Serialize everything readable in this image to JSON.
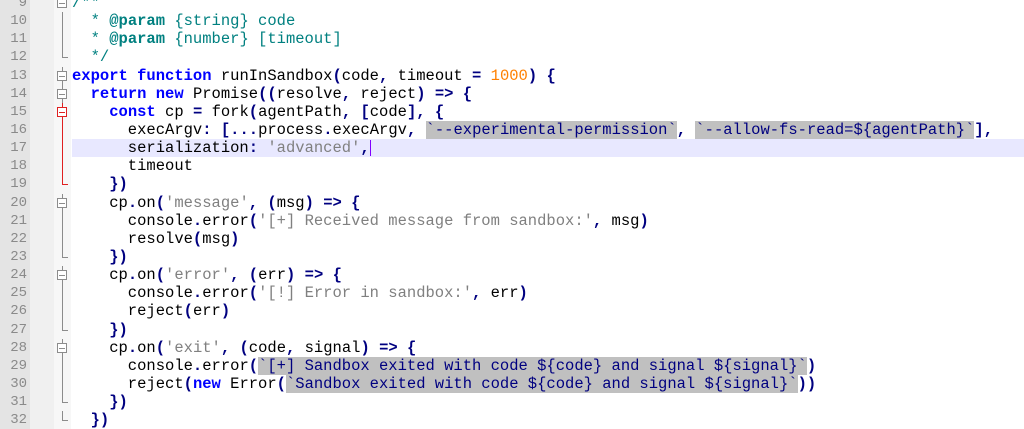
{
  "editor": {
    "current_line": 17,
    "colors": {
      "keyword": "#0000ff",
      "operator": "#000080",
      "string": "#808080",
      "number": "#ff8000",
      "comment": "#008080",
      "template_bg": "#c0c0c0",
      "current_line_bg": "#e8e8ff",
      "active_fold": "#e02020"
    },
    "lines": [
      {
        "n": "9",
        "fold": "start",
        "tokens": [
          [
            "cm",
            "/**"
          ]
        ]
      },
      {
        "n": "10",
        "fold": "mid",
        "tokens": [
          [
            "cm",
            "  * "
          ],
          [
            "doc",
            "@param"
          ],
          [
            "cm",
            " {string} code"
          ]
        ]
      },
      {
        "n": "11",
        "fold": "mid",
        "tokens": [
          [
            "cm",
            "  * "
          ],
          [
            "doc",
            "@param"
          ],
          [
            "cm",
            " {number} [timeout]"
          ]
        ]
      },
      {
        "n": "12",
        "fold": "end",
        "tokens": [
          [
            "cm",
            "  */"
          ]
        ]
      },
      {
        "n": "13",
        "fold": "start",
        "tokens": [
          [
            "kw",
            "export"
          ],
          [
            "id",
            " "
          ],
          [
            "kw",
            "function"
          ],
          [
            "id",
            " runInSandbox"
          ],
          [
            "op",
            "("
          ],
          [
            "id",
            "code"
          ],
          [
            "op",
            ","
          ],
          [
            "id",
            " timeout "
          ],
          [
            "op",
            "="
          ],
          [
            "id",
            " "
          ],
          [
            "num-lit",
            "1000"
          ],
          [
            "op",
            ")"
          ],
          [
            "id",
            " "
          ],
          [
            "op",
            "{"
          ]
        ]
      },
      {
        "n": "14",
        "fold": "start",
        "tokens": [
          [
            "id",
            "  "
          ],
          [
            "kw",
            "return"
          ],
          [
            "id",
            " "
          ],
          [
            "kw",
            "new"
          ],
          [
            "id",
            " Promise"
          ],
          [
            "op",
            "(("
          ],
          [
            "id",
            "resolve"
          ],
          [
            "op",
            ","
          ],
          [
            "id",
            " reject"
          ],
          [
            "op",
            ")"
          ],
          [
            "id",
            " "
          ],
          [
            "op",
            "=>"
          ],
          [
            "id",
            " "
          ],
          [
            "op",
            "{"
          ]
        ]
      },
      {
        "n": "15",
        "fold": "start-red",
        "tokens": [
          [
            "id",
            "    "
          ],
          [
            "kw",
            "const"
          ],
          [
            "id",
            " cp "
          ],
          [
            "op",
            "="
          ],
          [
            "id",
            " fork"
          ],
          [
            "op",
            "("
          ],
          [
            "id",
            "agentPath"
          ],
          [
            "op",
            ","
          ],
          [
            "id",
            " "
          ],
          [
            "op",
            "["
          ],
          [
            "id",
            "code"
          ],
          [
            "op",
            "],"
          ],
          [
            "id",
            " "
          ],
          [
            "op",
            "{"
          ]
        ]
      },
      {
        "n": "16",
        "fold": "mid-red",
        "tokens": [
          [
            "id",
            "      execArgv"
          ],
          [
            "op",
            ":"
          ],
          [
            "id",
            " "
          ],
          [
            "op",
            "[..."
          ],
          [
            "id",
            "process"
          ],
          [
            "op",
            "."
          ],
          [
            "id",
            "execArgv"
          ],
          [
            "op",
            ","
          ],
          [
            "id",
            " "
          ],
          [
            "tpl",
            "`--experimental-permission`"
          ],
          [
            "op",
            ","
          ],
          [
            "id",
            " "
          ],
          [
            "tpl",
            "`--allow-fs-read=${agentPath}`"
          ],
          [
            "op",
            "],"
          ]
        ]
      },
      {
        "n": "17",
        "fold": "mid-red",
        "tokens": [
          [
            "id",
            "      serialization"
          ],
          [
            "op",
            ":"
          ],
          [
            "id",
            " "
          ],
          [
            "str",
            "'advanced'"
          ],
          [
            "op",
            ","
          ]
        ]
      },
      {
        "n": "18",
        "fold": "mid-red",
        "tokens": [
          [
            "id",
            "      timeout"
          ]
        ]
      },
      {
        "n": "19",
        "fold": "end-red",
        "tokens": [
          [
            "id",
            "    "
          ],
          [
            "op",
            "})"
          ]
        ]
      },
      {
        "n": "20",
        "fold": "start",
        "tokens": [
          [
            "id",
            "    cp"
          ],
          [
            "op",
            "."
          ],
          [
            "id",
            "on"
          ],
          [
            "op",
            "("
          ],
          [
            "str",
            "'message'"
          ],
          [
            "op",
            ","
          ],
          [
            "id",
            " "
          ],
          [
            "op",
            "("
          ],
          [
            "id",
            "msg"
          ],
          [
            "op",
            ")"
          ],
          [
            "id",
            " "
          ],
          [
            "op",
            "=>"
          ],
          [
            "id",
            " "
          ],
          [
            "op",
            "{"
          ]
        ]
      },
      {
        "n": "21",
        "fold": "mid",
        "tokens": [
          [
            "id",
            "      console"
          ],
          [
            "op",
            "."
          ],
          [
            "id",
            "error"
          ],
          [
            "op",
            "("
          ],
          [
            "str",
            "'[+] Received message from sandbox:'"
          ],
          [
            "op",
            ","
          ],
          [
            "id",
            " msg"
          ],
          [
            "op",
            ")"
          ]
        ]
      },
      {
        "n": "22",
        "fold": "mid",
        "tokens": [
          [
            "id",
            "      resolve"
          ],
          [
            "op",
            "("
          ],
          [
            "id",
            "msg"
          ],
          [
            "op",
            ")"
          ]
        ]
      },
      {
        "n": "23",
        "fold": "end",
        "tokens": [
          [
            "id",
            "    "
          ],
          [
            "op",
            "})"
          ]
        ]
      },
      {
        "n": "24",
        "fold": "start",
        "tokens": [
          [
            "id",
            "    cp"
          ],
          [
            "op",
            "."
          ],
          [
            "id",
            "on"
          ],
          [
            "op",
            "("
          ],
          [
            "str",
            "'error'"
          ],
          [
            "op",
            ","
          ],
          [
            "id",
            " "
          ],
          [
            "op",
            "("
          ],
          [
            "id",
            "err"
          ],
          [
            "op",
            ")"
          ],
          [
            "id",
            " "
          ],
          [
            "op",
            "=>"
          ],
          [
            "id",
            " "
          ],
          [
            "op",
            "{"
          ]
        ]
      },
      {
        "n": "25",
        "fold": "mid",
        "tokens": [
          [
            "id",
            "      console"
          ],
          [
            "op",
            "."
          ],
          [
            "id",
            "error"
          ],
          [
            "op",
            "("
          ],
          [
            "str",
            "'[!] Error in sandbox:'"
          ],
          [
            "op",
            ","
          ],
          [
            "id",
            " err"
          ],
          [
            "op",
            ")"
          ]
        ]
      },
      {
        "n": "26",
        "fold": "mid",
        "tokens": [
          [
            "id",
            "      reject"
          ],
          [
            "op",
            "("
          ],
          [
            "id",
            "err"
          ],
          [
            "op",
            ")"
          ]
        ]
      },
      {
        "n": "27",
        "fold": "end",
        "tokens": [
          [
            "id",
            "    "
          ],
          [
            "op",
            "})"
          ]
        ]
      },
      {
        "n": "28",
        "fold": "start",
        "tokens": [
          [
            "id",
            "    cp"
          ],
          [
            "op",
            "."
          ],
          [
            "id",
            "on"
          ],
          [
            "op",
            "("
          ],
          [
            "str",
            "'exit'"
          ],
          [
            "op",
            ","
          ],
          [
            "id",
            " "
          ],
          [
            "op",
            "("
          ],
          [
            "id",
            "code"
          ],
          [
            "op",
            ","
          ],
          [
            "id",
            " signal"
          ],
          [
            "op",
            ")"
          ],
          [
            "id",
            " "
          ],
          [
            "op",
            "=>"
          ],
          [
            "id",
            " "
          ],
          [
            "op",
            "{"
          ]
        ]
      },
      {
        "n": "29",
        "fold": "mid",
        "tokens": [
          [
            "id",
            "      console"
          ],
          [
            "op",
            "."
          ],
          [
            "id",
            "error"
          ],
          [
            "op",
            "("
          ],
          [
            "tpl",
            "`[+] Sandbox exited with code ${code} and signal ${signal}`"
          ],
          [
            "op",
            ")"
          ]
        ]
      },
      {
        "n": "30",
        "fold": "mid",
        "tokens": [
          [
            "id",
            "      reject"
          ],
          [
            "op",
            "("
          ],
          [
            "kw",
            "new"
          ],
          [
            "id",
            " Error"
          ],
          [
            "op",
            "("
          ],
          [
            "tpl",
            "`Sandbox exited with code ${code} and signal ${signal}`"
          ],
          [
            "op",
            "))"
          ]
        ]
      },
      {
        "n": "31",
        "fold": "end",
        "tokens": [
          [
            "id",
            "    "
          ],
          [
            "op",
            "})"
          ]
        ]
      },
      {
        "n": "32",
        "fold": "end",
        "tokens": [
          [
            "id",
            "  "
          ],
          [
            "op",
            "})"
          ]
        ]
      }
    ]
  }
}
